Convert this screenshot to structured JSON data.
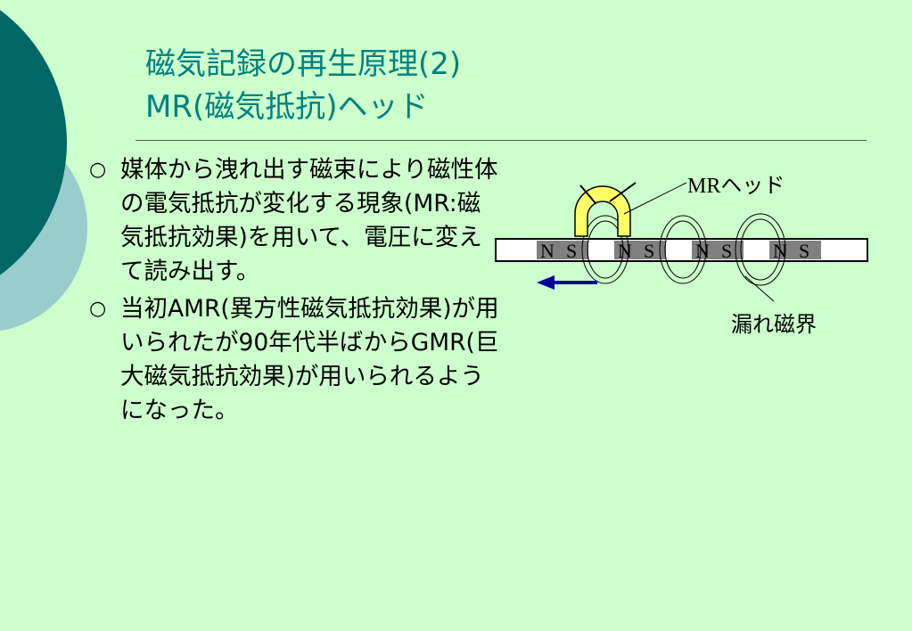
{
  "title": {
    "line1": "磁気記録の再生原理(2)",
    "line2": "MR(磁気抵抗)ヘッド"
  },
  "bullets": [
    {
      "marker": "○",
      "text": "媒体から洩れ出す磁束により磁性体の電気抵抗が変化する現象(MR:磁気抵抗効果)を用いて、電圧に変えて読み出す。"
    },
    {
      "marker": "○",
      "text": "当初AMR(異方性磁気抵抗効果)が用いられたが90年代半ばからGMR(巨大磁気抵抗効果)が用いられるようになった。"
    }
  ],
  "diagram": {
    "head_label": "MRヘッド",
    "leak_label": "漏れ磁界",
    "pole_n": "N",
    "pole_s": "S"
  },
  "colors": {
    "background": "#ccffcc",
    "title": "#008080",
    "circle_dark": "#006666",
    "circle_light": "#99cccc",
    "head": "#ffff66",
    "arrow": "#000099"
  }
}
